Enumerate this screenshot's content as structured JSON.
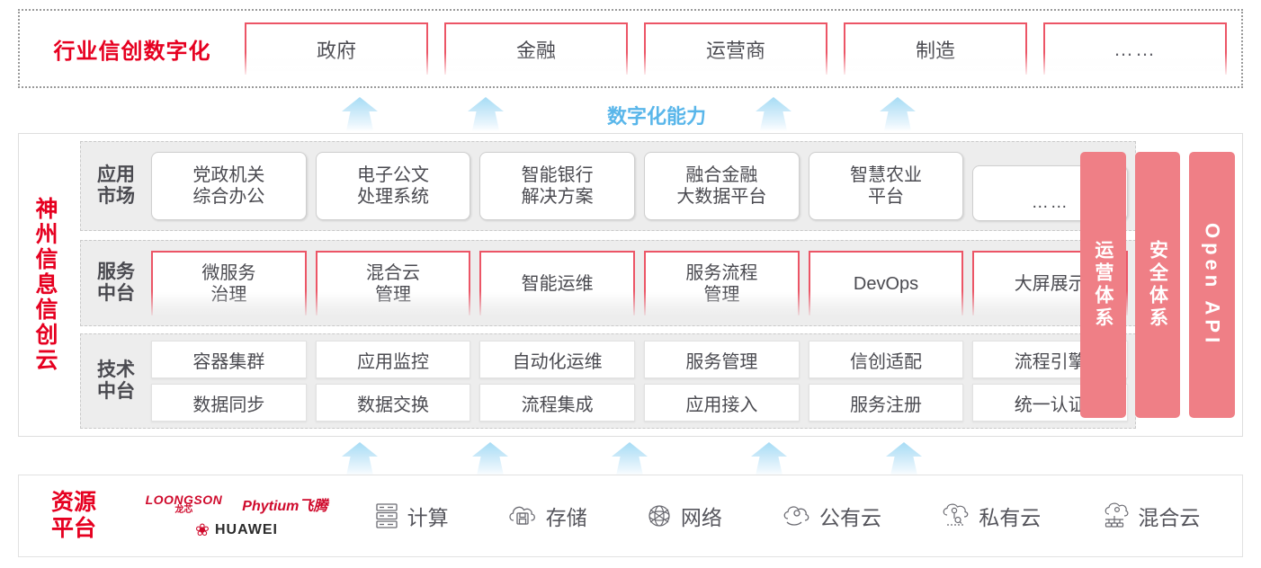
{
  "industry": {
    "title": "行业信创数字化",
    "cards": [
      {
        "label": "政府"
      },
      {
        "label": "金融"
      },
      {
        "label": "运营商"
      },
      {
        "label": "制造"
      },
      {
        "label": "……"
      }
    ]
  },
  "capability_label": "数字化能力",
  "cloud": {
    "title_chars": [
      "神",
      "州",
      "信",
      "息",
      "信",
      "创",
      "云"
    ],
    "tiers": [
      {
        "key": "app-market",
        "label_lines": [
          "应用",
          "市场"
        ],
        "cards": [
          {
            "line1": "党政机关",
            "line2": "综合办公"
          },
          {
            "line1": "电子公文",
            "line2": "处理系统"
          },
          {
            "line1": "智能银行",
            "line2": "解决方案"
          },
          {
            "line1": "融合金融",
            "line2": "大数据平台"
          },
          {
            "line1": "智慧农业",
            "line2": "平台"
          },
          {
            "line1": "……",
            "line2": ""
          }
        ]
      },
      {
        "key": "service-platform",
        "label_lines": [
          "服务",
          "中台"
        ],
        "cards": [
          {
            "line1": "微服务",
            "line2": "治理"
          },
          {
            "line1": "混合云",
            "line2": "管理"
          },
          {
            "line1": "智能运维",
            "line2": ""
          },
          {
            "line1": "服务流程",
            "line2": "管理"
          },
          {
            "line1": "DevOps",
            "line2": ""
          },
          {
            "line1": "大屏展示",
            "line2": ""
          }
        ]
      },
      {
        "key": "tech-platform",
        "label_lines": [
          "技术",
          "中台"
        ],
        "rows": [
          [
            "容器集群",
            "应用监控",
            "自动化运维",
            "服务管理",
            "信创适配",
            "流程引擎"
          ],
          [
            "数据同步",
            "数据交换",
            "流程集成",
            "应用接入",
            "服务注册",
            "统一认证"
          ]
        ]
      }
    ],
    "pillars": [
      {
        "text": "运营体系",
        "latin": false
      },
      {
        "text": "安全体系",
        "latin": false
      },
      {
        "text": "Open API",
        "latin": true
      }
    ]
  },
  "resource": {
    "title_lines": [
      "资源",
      "平台"
    ],
    "vendors": {
      "loongson_en": "LOONGSON",
      "loongson_cn": "龙芯",
      "phytium": "Phytium飞腾",
      "huawei": "HUAWEI"
    },
    "items": [
      {
        "icon": "server-icon",
        "label": "计算"
      },
      {
        "icon": "cloud-storage-icon",
        "label": "存储"
      },
      {
        "icon": "network-icon",
        "label": "网络"
      },
      {
        "icon": "public-cloud-icon",
        "label": "公有云"
      },
      {
        "icon": "private-cloud-icon",
        "label": "私有云"
      },
      {
        "icon": "hybrid-cloud-icon",
        "label": "混合云"
      }
    ]
  },
  "colors": {
    "brand_red": "#e60020",
    "pink": "#ef7f86",
    "card_border_pink": "#ec5566",
    "arrow_blue": "#a6dcf5",
    "capability_blue": "#59b6ea",
    "tier_bg": "#ededed"
  },
  "arrows": {
    "top_x": [
      380,
      520,
      840,
      978
    ],
    "bottom_x": [
      380,
      525,
      680,
      835,
      985
    ]
  }
}
